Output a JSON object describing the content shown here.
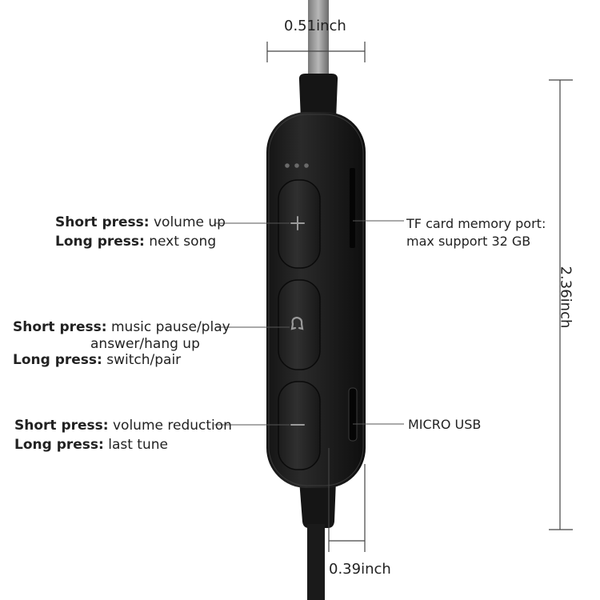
{
  "dimensions": {
    "width": "0.51inch",
    "height": "2.36inch",
    "depth": "0.39inch"
  },
  "buttons": [
    {
      "icon": "plus-icon",
      "lines": [
        {
          "bold": "Short press:",
          "text": " volume up"
        },
        {
          "bold": "Long press:",
          "text": "  next song"
        }
      ]
    },
    {
      "icon": "phone-icon",
      "lines": [
        {
          "bold": "Short press:",
          "text": " music pause/play"
        },
        {
          "bold": "",
          "text": "answer/hang up"
        },
        {
          "bold": "Long press:",
          "text": " switch/pair"
        }
      ]
    },
    {
      "icon": "minus-icon",
      "lines": [
        {
          "bold": "Short press:",
          "text": " volume reduction"
        },
        {
          "bold": "Long press:",
          "text": " last tune"
        }
      ]
    }
  ],
  "ports": {
    "tf_card_line1": "TF card memory port:",
    "tf_card_line2": "max support   32 GB",
    "micro_usb": "MICRO USB"
  },
  "colors": {
    "body": "#1c1c1c",
    "button": "#262626",
    "leader": "#555555",
    "cable": "#9a9a9a"
  }
}
